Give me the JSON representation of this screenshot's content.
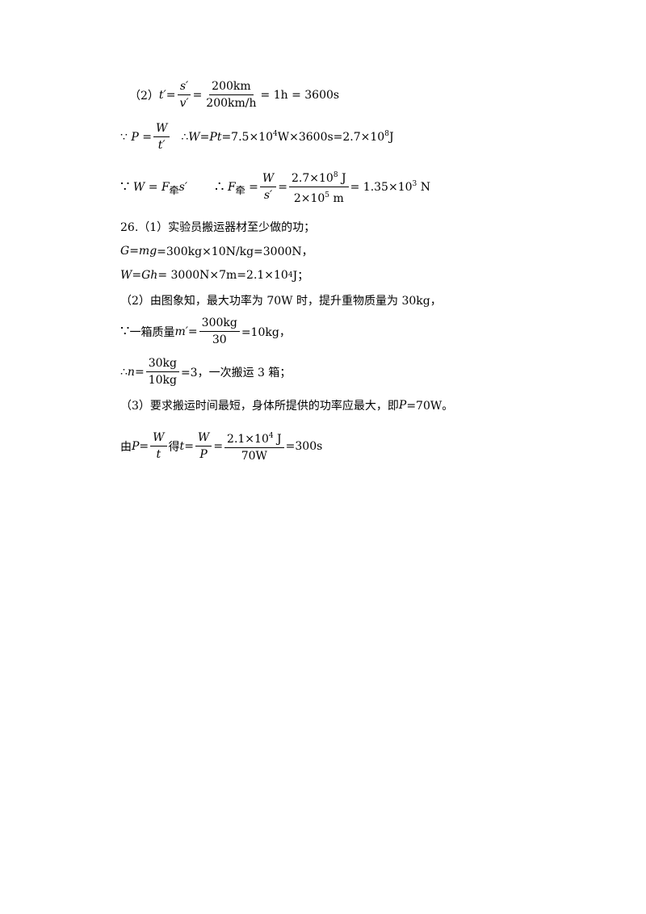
{
  "q25_part2": {
    "label": "（2）",
    "v1": "200km",
    "v2": "200km/h",
    "v3": "= 1h = 3600s",
    "p2": "=7.5×10",
    "p2_exp": "4",
    "p3": "W×3600s=2.7×10",
    "p3_exp": "8",
    "p4": "J",
    "fq_sub": "牵",
    "f1": "2.7×10",
    "f1_exp": "8",
    "f1_unit": " J",
    "f2": "2×10",
    "f2_exp": "5",
    "f2_unit": " m",
    "f3": "= 1.35×10",
    "f3_exp": "3",
    "f3_unit": " N"
  },
  "q26": {
    "title": "26.（1）实验员搬运器材至少做的功；",
    "line_g": "=300kg×10N/kg=3000N，",
    "line_w1": "= 3000N×7m=2.1×10",
    "line_w1_exp": "4",
    "line_w1_end": "J；",
    "part2_text": "（2）由图象知，最大功率为 70W 时，提升重物质量为 30kg，",
    "box_prefix": "一箱质量 ",
    "box_num": "300kg",
    "box_den": "30",
    "box_result": "=10kg，",
    "n_num": "30kg",
    "n_den": "10kg",
    "n_result": "=3，一次搬运 3 箱；",
    "part3_text_a": "（3）要求搬运时间最短，身体所提供的功率应最大，即 ",
    "part3_text_b": "=70W。",
    "final_prefix": "由 ",
    "final_mid": " 得 ",
    "final_num": "2.1×10",
    "final_num_exp": "4",
    "final_num_unit": " J",
    "final_den": "70W",
    "final_result": " =300s"
  }
}
